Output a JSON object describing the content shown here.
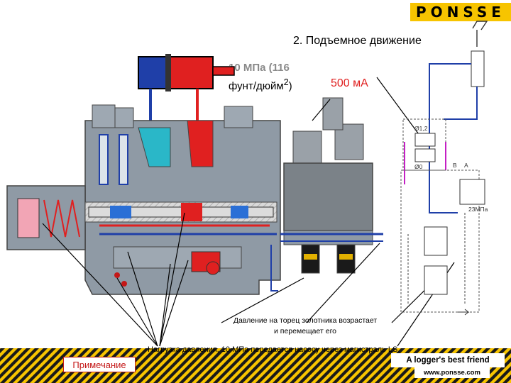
{
  "logo": {
    "text": "PONSSE"
  },
  "title": "2. Подъемное движение",
  "pressure": {
    "value": "10 МПа (116",
    "unit_text": "фунт/дюйм",
    "sup": "2",
    "close": ")"
  },
  "current": "500 мА",
  "schematic": {
    "label_1_2": "Ø1,2",
    "label_0": "Ø0",
    "label_b": "B",
    "label_a": "A",
    "label_23": "23МПа"
  },
  "notes": {
    "spool_line1": "Давление на торец золотника возрастает",
    "spool_line2": "и перемещает его",
    "load": "Нагрузка давления, 10 МПа передается насосу через магистраль LS"
  },
  "footer": {
    "note_button": "Примечание",
    "slogan": "A logger's best friend",
    "site": "www.ponsse.com"
  },
  "colors": {
    "yellow": "#f7c400",
    "red": "#e02020",
    "blue": "#1f3fa8",
    "cyan": "#2ab7c8",
    "body": "#8f9aa5"
  }
}
